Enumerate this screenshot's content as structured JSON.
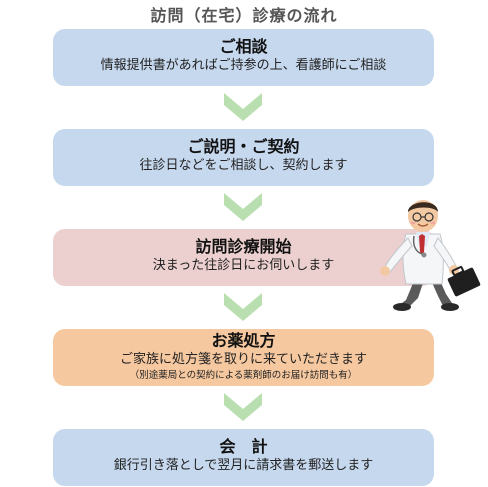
{
  "title": "訪問（在宅）診療の流れ",
  "steps": [
    {
      "head": "ご相談",
      "sub": "情報提供書があればご持参の上、看護師にご相談",
      "color": "#c6d8ee"
    },
    {
      "head": "ご説明・ご契約",
      "sub": "往診日などをご相談し、契約します",
      "color": "#c6d8ee"
    },
    {
      "head": "訪問診療開始",
      "sub": "決まった往診日にお伺いします",
      "color": "#ecd0cf"
    },
    {
      "head": "お薬処方",
      "sub": "ご家族に処方箋を取りに来ていただきます",
      "note": "（別途薬局との契約による薬剤師のお届け訪問も有）",
      "color": "#f5c8a0"
    },
    {
      "head": "会　計",
      "sub": "銀行引き落としで翌月に請求書を郵送します",
      "color": "#c6d8ee"
    }
  ],
  "arrow_color": "#b9dfb0",
  "icons": {
    "arrow": "chevron-down-icon",
    "doctor": "doctor-illustration"
  }
}
